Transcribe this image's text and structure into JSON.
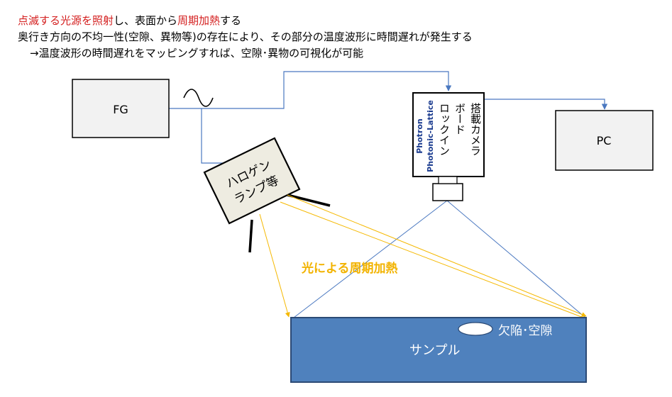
{
  "intro": {
    "line1_red_a": "点滅する光源を照射",
    "line1_black_a": "し、表面から",
    "line1_red_b": "周期加熱",
    "line1_black_b": "する",
    "line2": "奥行き方向の不均一性(空隙、異物等)の存在により、その部分の温度波形に時間遅れが発生する",
    "line3": "→温度波形の時間遅れをマッピングすれば、空隙･異物の可視化が可能"
  },
  "diagram": {
    "fg_label": "FG",
    "pc_label": "PC",
    "lamp_line1": "ハロゲン",
    "lamp_line2": "ランプ等",
    "camera_brand1": "Photron",
    "camera_brand2": "Photonic-Lattice",
    "camera_col1": "ロックイン",
    "camera_col2": "ボード",
    "camera_col3": "搭載カメラ",
    "heating_label": "光による周期加熱",
    "sample_label": "サンプル",
    "defect_label": "欠陥･空隙"
  },
  "colors": {
    "accent_red": "#d42020",
    "heat_label": "#f2b300",
    "light_ray": "#f5b800",
    "signal_line": "#4a78c0",
    "sample_fill": "#4f81bd",
    "box_fill": "#f2f2f2",
    "lamp_fill": "#eeece1"
  },
  "icons": {
    "signal": "sine-wave-icon"
  }
}
